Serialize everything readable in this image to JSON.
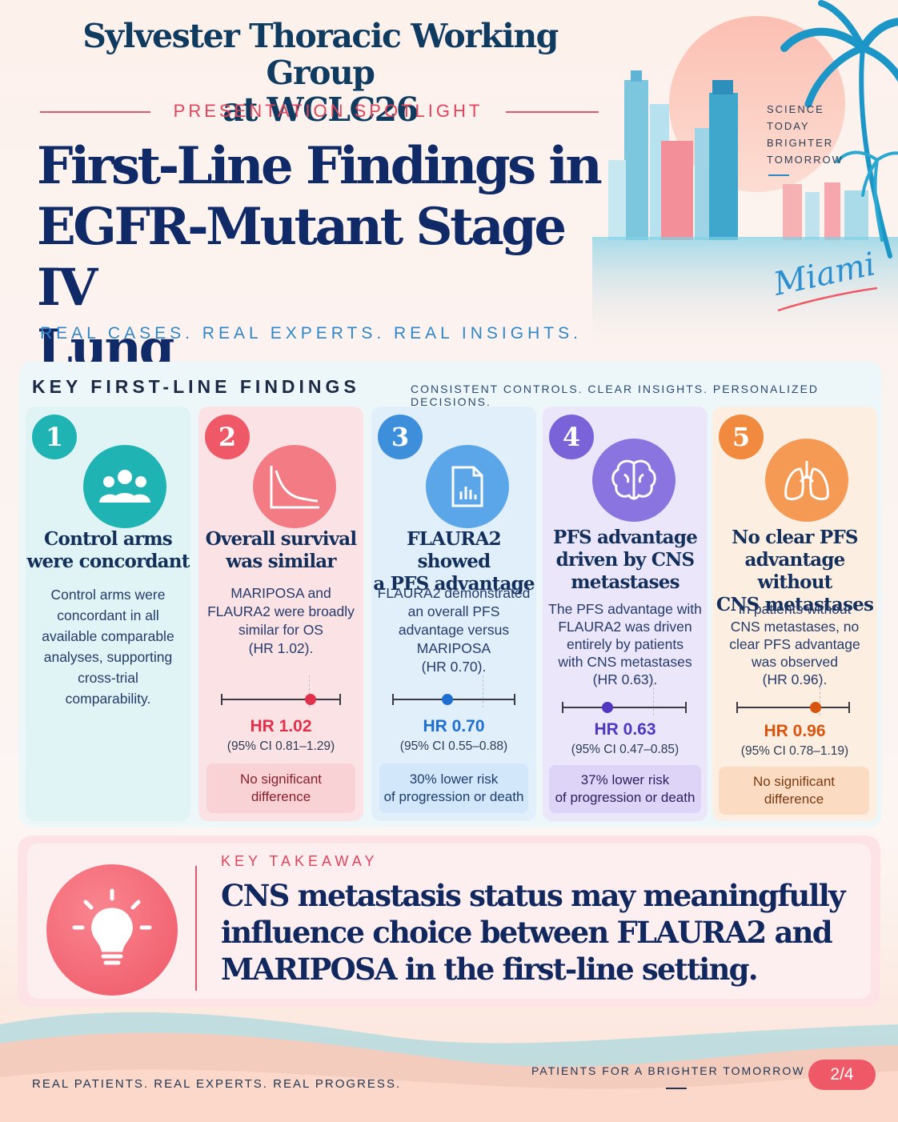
{
  "header": {
    "group_title_line1": "Sylvester Thoracic Working Group",
    "group_title_line2": "at WCLC26",
    "spotlight": "PRESENTATION SPOTLIGHT",
    "title_line1": "First-Line Findings in",
    "title_line2": "EGFR-Mutant Stage IV",
    "title_line3": "Lung Adenocarcinoma",
    "tagline": "REAL CASES. REAL EXPERTS. REAL INSIGHTS.",
    "science_lines": [
      "SCIENCE",
      "TODAY",
      "BRIGHTER",
      "TOMORROW"
    ],
    "city": "Miami"
  },
  "findings": {
    "title": "KEY FIRST-LINE FINDINGS",
    "subtitle": "CONSISTENT CONTROLS. CLEAR INSIGHTS. PERSONALIZED DECISIONS.",
    "cards": [
      {
        "number": "1",
        "icon": "people-icon",
        "color": "#1fb3b3",
        "heading": [
          "Control arms",
          "were concordant"
        ],
        "body": [
          "Control arms were",
          "concordant in all",
          "available comparable",
          "analyses, supporting",
          "cross-trial",
          "comparability."
        ]
      },
      {
        "number": "2",
        "icon": "survival-curve-icon",
        "color": "#ef5866",
        "heading": [
          "Overall survival",
          "was similar"
        ],
        "body": [
          "MARIPOSA and",
          "FLAURA2 were broadly",
          "similar for OS",
          "(HR 1.02)."
        ],
        "hr": 1.02,
        "ci_low": 0.81,
        "ci_high": 1.29,
        "hr_label": "HR 1.02",
        "ci_label": "(95% CI 0.81–1.29)",
        "verdict": [
          "No significant",
          "difference"
        ]
      },
      {
        "number": "3",
        "icon": "report-icon",
        "color": "#3d8fdc",
        "heading": [
          "FLAURA2 showed",
          "a PFS advantage"
        ],
        "body": [
          "FLAURA2 demonstrated",
          "an overall PFS",
          "advantage versus",
          "MARIPOSA",
          "(HR 0.70)."
        ],
        "hr": 0.7,
        "ci_low": 0.55,
        "ci_high": 0.88,
        "hr_label": "HR 0.70",
        "ci_label": "(95% CI 0.55–0.88)",
        "verdict": [
          "30% lower risk",
          "of progression or death"
        ]
      },
      {
        "number": "4",
        "icon": "brain-icon",
        "color": "#7a63d8",
        "heading": [
          "PFS advantage",
          "driven by CNS",
          "metastases"
        ],
        "body": [
          "The PFS advantage with",
          "FLAURA2 was driven",
          "entirely by patients",
          "with CNS metastases",
          "(HR 0.63)."
        ],
        "hr": 0.63,
        "ci_low": 0.47,
        "ci_high": 0.85,
        "hr_label": "HR 0.63",
        "ci_label": "(95% CI 0.47–0.85)",
        "verdict": [
          "37% lower risk",
          "of progression or death"
        ]
      },
      {
        "number": "5",
        "icon": "lungs-icon",
        "color": "#f18a3e",
        "heading": [
          "No clear PFS",
          "advantage without",
          "CNS metastases"
        ],
        "body": [
          "In patients without",
          "CNS metastases, no",
          "clear PFS advantage",
          "was observed",
          "(HR 0.96)."
        ],
        "hr": 0.96,
        "ci_low": 0.78,
        "ci_high": 1.19,
        "hr_label": "HR 0.96",
        "ci_label": "(95% CI 0.78–1.19)",
        "verdict": [
          "No significant",
          "difference"
        ]
      }
    ]
  },
  "takeaway": {
    "label": "KEY TAKEAWAY",
    "text_line1": "CNS metastasis status may meaningfully",
    "text_line2": "influence choice between FLAURA2 and",
    "text_line3": "MARIPOSA in the first-line setting."
  },
  "footer": {
    "left": "REAL PATIENTS. REAL EXPERTS. REAL PROGRESS.",
    "right": "PATIENTS FOR A BRIGHTER TOMORROW",
    "page": "2/4"
  }
}
